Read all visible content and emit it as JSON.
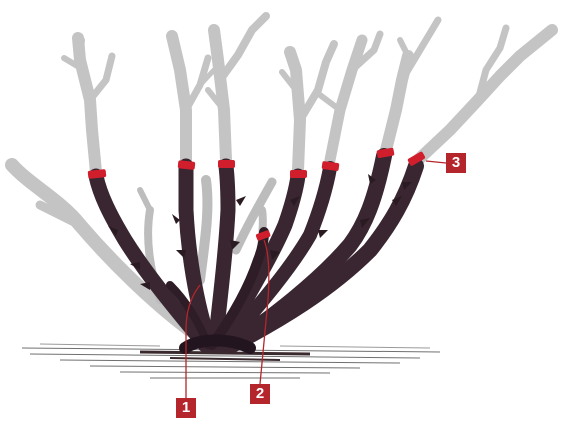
{
  "colors": {
    "upper_branch": "#c4c4c4",
    "upper_branch_shadow": "#8e8e8e",
    "lower_cane": "#3a2630",
    "lower_cane_dark": "#231520",
    "cut_band": "#d01e2c",
    "callout": "#b4262c",
    "ground": "#6e6e6e"
  },
  "icons": {
    "shrub": "rose-bush-illustration",
    "ground": "soil-hatching"
  },
  "callouts": [
    {
      "number": "1",
      "meaning": "base"
    },
    {
      "number": "2",
      "meaning": "cane"
    },
    {
      "number": "3",
      "meaning": "cut"
    }
  ]
}
